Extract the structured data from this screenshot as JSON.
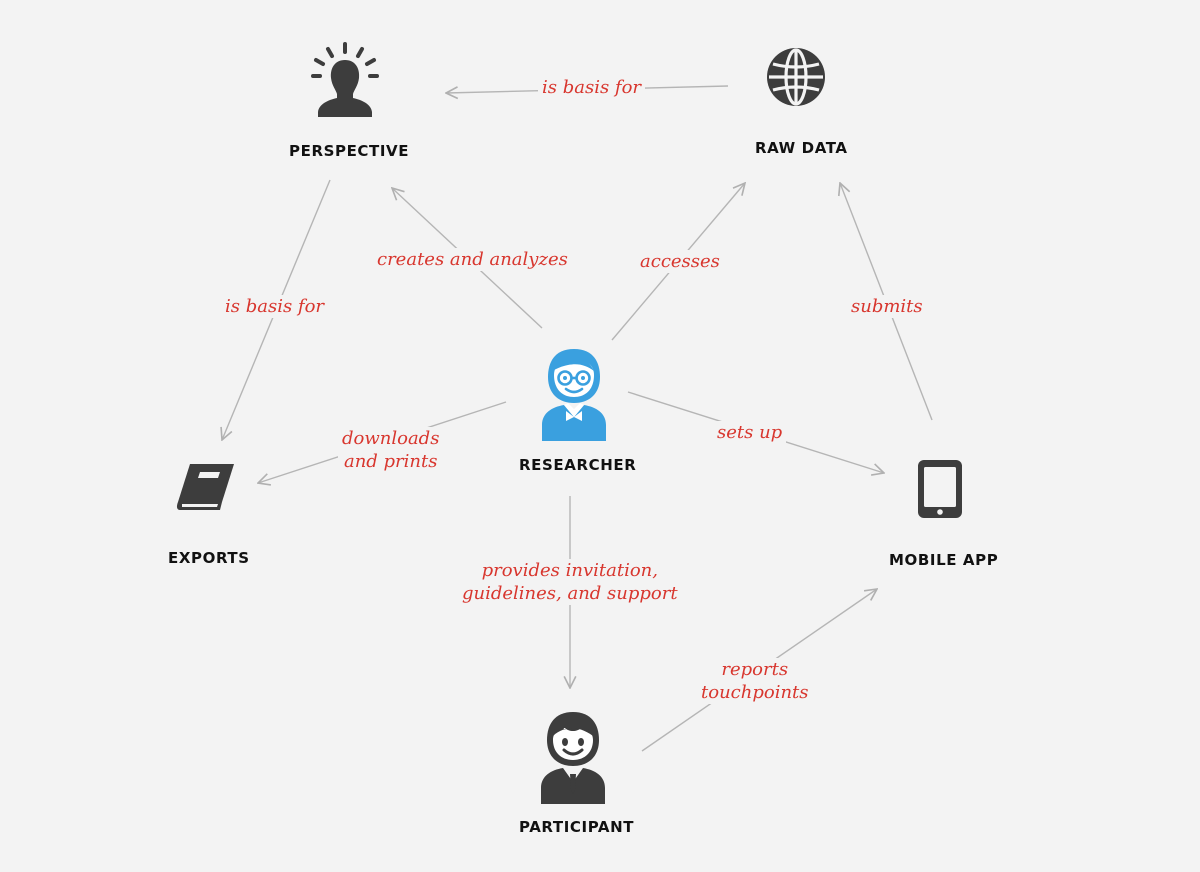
{
  "colors": {
    "background": "#f3f3f3",
    "node_label": "#111111",
    "edge_label": "#d8362e",
    "arrow": "#b5b5b5",
    "icon_dark": "#3d3d3d",
    "icon_accent": "#3aa0df"
  },
  "nodes": {
    "perspective": {
      "label": "PERSPECTIVE",
      "icon": "idea-person-icon"
    },
    "raw_data": {
      "label": "RAW DATA",
      "icon": "globe-icon"
    },
    "researcher": {
      "label": "RESEARCHER",
      "icon": "researcher-icon"
    },
    "exports": {
      "label": "EXPORTS",
      "icon": "book-icon"
    },
    "mobile_app": {
      "label": "MOBILE APP",
      "icon": "tablet-icon"
    },
    "participant": {
      "label": "PARTICIPANT",
      "icon": "participant-icon"
    }
  },
  "edges": {
    "raw_data_to_perspective": {
      "from": "raw_data",
      "to": "perspective",
      "label": "is basis for"
    },
    "perspective_to_exports": {
      "from": "perspective",
      "to": "exports",
      "label": "is basis for"
    },
    "researcher_to_perspective": {
      "from": "researcher",
      "to": "perspective",
      "label": "creates and analyzes"
    },
    "researcher_to_raw_data": {
      "from": "researcher",
      "to": "raw_data",
      "label": "accesses"
    },
    "mobile_app_to_raw_data": {
      "from": "mobile_app",
      "to": "raw_data",
      "label": "submits"
    },
    "researcher_to_exports": {
      "from": "researcher",
      "to": "exports",
      "label": "downloads\nand prints"
    },
    "researcher_to_mobile_app": {
      "from": "researcher",
      "to": "mobile_app",
      "label": "sets up"
    },
    "researcher_to_participant": {
      "from": "researcher",
      "to": "participant",
      "label": "provides invitation,\nguidelines, and support"
    },
    "participant_to_mobile_app": {
      "from": "participant",
      "to": "mobile_app",
      "label": "reports\ntouchpoints"
    }
  }
}
